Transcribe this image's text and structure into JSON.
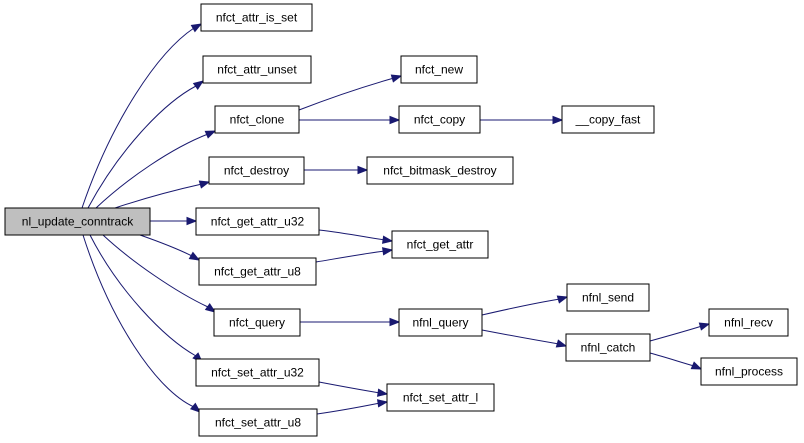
{
  "graph": {
    "nodes": {
      "root": "nl_update_conntrack",
      "attr_is_set": "nfct_attr_is_set",
      "attr_unset": "nfct_attr_unset",
      "clone": "nfct_clone",
      "nfct_new": "nfct_new",
      "nfct_copy": "nfct_copy",
      "copy_fast": "__copy_fast",
      "destroy": "nfct_destroy",
      "bitmask_destroy": "nfct_bitmask_destroy",
      "get_attr_u32": "nfct_get_attr_u32",
      "get_attr": "nfct_get_attr",
      "get_attr_u8": "nfct_get_attr_u8",
      "query": "nfct_query",
      "nfnl_send": "nfnl_send",
      "nfnl_query": "nfnl_query",
      "nfnl_catch": "nfnl_catch",
      "nfnl_recv": "nfnl_recv",
      "nfnl_process": "nfnl_process",
      "set_attr_u32": "nfct_set_attr_u32",
      "set_attr_l": "nfct_set_attr_l",
      "set_attr_u8": "nfct_set_attr_u8"
    },
    "edges": [
      [
        "root",
        "attr_is_set"
      ],
      [
        "root",
        "attr_unset"
      ],
      [
        "root",
        "clone"
      ],
      [
        "root",
        "destroy"
      ],
      [
        "root",
        "get_attr_u32"
      ],
      [
        "root",
        "get_attr_u8"
      ],
      [
        "root",
        "query"
      ],
      [
        "root",
        "set_attr_u32"
      ],
      [
        "root",
        "set_attr_u8"
      ],
      [
        "clone",
        "nfct_new"
      ],
      [
        "clone",
        "nfct_copy"
      ],
      [
        "nfct_copy",
        "copy_fast"
      ],
      [
        "destroy",
        "bitmask_destroy"
      ],
      [
        "get_attr_u32",
        "get_attr"
      ],
      [
        "get_attr_u8",
        "get_attr"
      ],
      [
        "query",
        "nfnl_query"
      ],
      [
        "nfnl_query",
        "nfnl_send"
      ],
      [
        "nfnl_query",
        "nfnl_catch"
      ],
      [
        "nfnl_catch",
        "nfnl_recv"
      ],
      [
        "nfnl_catch",
        "nfnl_process"
      ],
      [
        "set_attr_u32",
        "set_attr_l"
      ],
      [
        "set_attr_u8",
        "set_attr_l"
      ]
    ],
    "colors": {
      "edge": "#191970",
      "root_fill": "#bfbfbf",
      "node_fill": "#ffffff",
      "border": "#000000"
    }
  }
}
